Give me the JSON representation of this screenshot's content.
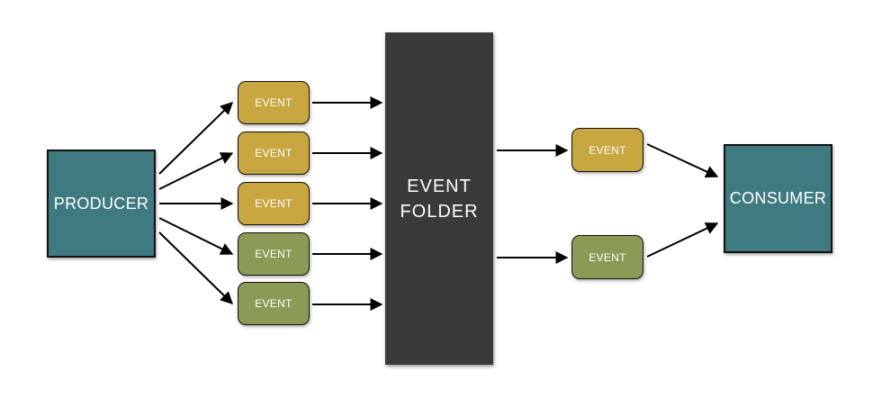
{
  "producer": {
    "label": "PRODUCER"
  },
  "folder": {
    "line1": "EVENT",
    "line2": "FOLDER"
  },
  "consumer": {
    "label": "CONSUMER"
  },
  "incoming_events": [
    {
      "label": "EVENT",
      "color": "gold"
    },
    {
      "label": "EVENT",
      "color": "gold"
    },
    {
      "label": "EVENT",
      "color": "gold"
    },
    {
      "label": "EVENT",
      "color": "olive"
    },
    {
      "label": "EVENT",
      "color": "olive"
    }
  ],
  "outgoing_events": [
    {
      "label": "EVENT",
      "color": "gold"
    },
    {
      "label": "EVENT",
      "color": "olive"
    }
  ],
  "colors": {
    "node_teal": "#3f7a80",
    "folder_dark": "#3a393b",
    "event_gold": "#c8a640",
    "event_olive": "#8b9a55"
  }
}
